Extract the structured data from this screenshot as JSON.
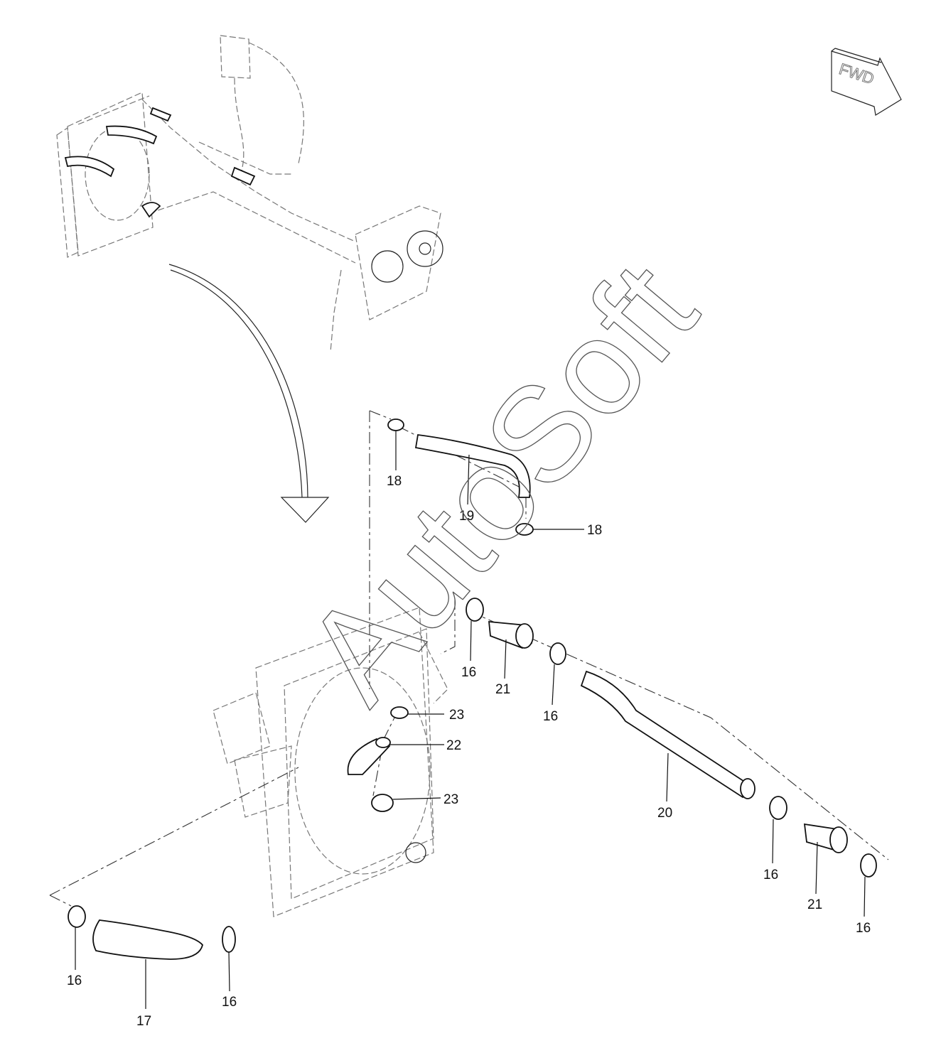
{
  "watermark": "AutoSoft",
  "orientation": {
    "label": "FWD",
    "icon": "forward-direction-arrow-icon"
  },
  "callouts": [
    {
      "id": "c18a",
      "text": "18"
    },
    {
      "id": "c19",
      "text": "19"
    },
    {
      "id": "c18b",
      "text": "18"
    },
    {
      "id": "c16a",
      "text": "16"
    },
    {
      "id": "c21a",
      "text": "21"
    },
    {
      "id": "c16b",
      "text": "16"
    },
    {
      "id": "c23a",
      "text": "23"
    },
    {
      "id": "c22",
      "text": "22"
    },
    {
      "id": "c23b",
      "text": "23"
    },
    {
      "id": "c20",
      "text": "20"
    },
    {
      "id": "c16c",
      "text": "16"
    },
    {
      "id": "c21b",
      "text": "21"
    },
    {
      "id": "c16d",
      "text": "16"
    },
    {
      "id": "c16e",
      "text": "16"
    },
    {
      "id": "c17",
      "text": "17"
    },
    {
      "id": "c16f",
      "text": "16"
    }
  ]
}
